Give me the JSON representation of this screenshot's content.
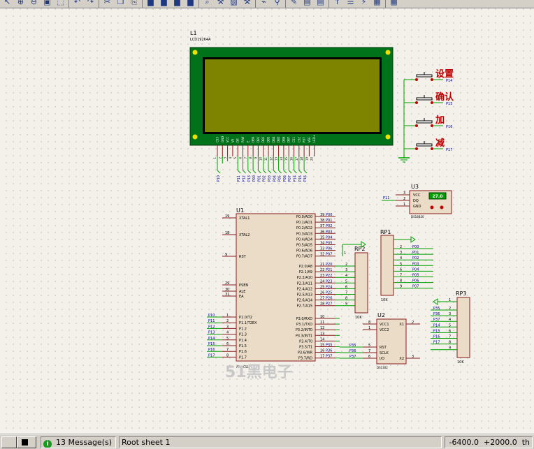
{
  "colors": {
    "wire": "#00a000",
    "part_outline": "#8a1a1a",
    "part_fill": "#eadcc6",
    "pin_label": "#00008b",
    "ref_label": "#000000",
    "lcd_board": "#00721a",
    "lcd_screen": "#7e8400",
    "button_red": "#c00000"
  },
  "toolbar": {
    "icons": [
      "cursor-icon",
      "zoom-in-icon",
      "zoom-out-icon",
      "zoom-all-icon",
      "zoom-area-icon",
      "undo-icon",
      "redo-icon",
      "cut-icon",
      "copy-icon",
      "paste-icon",
      "block-copy-icon",
      "block-move-icon",
      "block-rotate-icon",
      "block-delete-icon",
      "pick-device-icon",
      "make-device-icon",
      "package-icon",
      "decompose-icon",
      "wire-autorouter-icon",
      "search-tag-icon",
      "property-tool-icon",
      "new-sheet-icon",
      "remove-sheet-icon",
      "exit-to-parent-icon",
      "bill-of-materials-icon",
      "electrical-check-icon",
      "netlist-icon",
      "pcb-icon"
    ]
  },
  "schematic": {
    "lcd": {
      "ref": "L1",
      "type": "LCD19264A",
      "pins": [
        "CS3",
        "GND",
        "VCC",
        "V0",
        "D/I",
        "R/W",
        "E",
        "DB0",
        "DB1",
        "DB2",
        "DB3",
        "DB4",
        "DB5",
        "DB6",
        "DB7",
        "CS1",
        "CS2",
        "RST",
        "VEE",
        "LED+"
      ],
      "pin_numbers": [
        "1",
        "2",
        "3",
        "4",
        "5",
        "6",
        "7",
        "8",
        "9",
        "10",
        "11",
        "12",
        "13",
        "14",
        "15",
        "16",
        "17",
        "18",
        "19",
        "20"
      ],
      "nets": [
        "P10",
        "",
        "",
        "",
        "P11",
        "P12",
        "P13",
        "P00",
        "P01",
        "P02",
        "P03",
        "P04",
        "P05",
        "P06",
        "P07",
        "P14",
        "P15",
        "P16",
        "",
        ""
      ]
    },
    "buttons": [
      {
        "label": "设置",
        "net": "P14"
      },
      {
        "label": "确认",
        "net": "P15"
      },
      {
        "label": "加",
        "net": "P16"
      },
      {
        "label": "减",
        "net": "P17"
      }
    ],
    "u3": {
      "ref": "U3",
      "type": "DS18B20",
      "pins": [
        "VCC",
        "DQ",
        "GND"
      ],
      "pin_numbers": [
        "3",
        "2",
        "1"
      ],
      "net": "P11",
      "reading": "27.0"
    },
    "u1": {
      "ref": "U1",
      "type": "AT89C51",
      "left_pins": [
        {
          "n": "19",
          "name": "XTAL1"
        },
        {
          "n": "18",
          "name": "XTAL2"
        },
        {
          "n": "9",
          "name": "RST"
        },
        {
          "n": "29",
          "name": "PSEN"
        },
        {
          "n": "30",
          "name": "ALE"
        },
        {
          "n": "31",
          "name": "EA"
        }
      ],
      "port1_pins": [
        {
          "n": "1",
          "name": "P1.0/T2",
          "net": "P10"
        },
        {
          "n": "2",
          "name": "P1.1/T2EX",
          "net": "P11"
        },
        {
          "n": "3",
          "name": "P1.2",
          "net": "P12"
        },
        {
          "n": "4",
          "name": "P1.3",
          "net": "P13"
        },
        {
          "n": "5",
          "name": "P1.4",
          "net": "P14"
        },
        {
          "n": "6",
          "name": "P1.5",
          "net": "P15"
        },
        {
          "n": "7",
          "name": "P1.6",
          "net": "P16"
        },
        {
          "n": "8",
          "name": "P1.7",
          "net": "P17"
        }
      ],
      "port0_pins": [
        {
          "n": "39",
          "name": "P0.0/AD0",
          "net": "P00"
        },
        {
          "n": "38",
          "name": "P0.1/AD1",
          "net": "P01"
        },
        {
          "n": "37",
          "name": "P0.2/AD2",
          "net": "P02"
        },
        {
          "n": "36",
          "name": "P0.3/AD3",
          "net": "P03"
        },
        {
          "n": "35",
          "name": "P0.4/AD4",
          "net": "P04"
        },
        {
          "n": "34",
          "name": "P0.5/AD5",
          "net": "P05"
        },
        {
          "n": "33",
          "name": "P0.6/AD6",
          "net": "P06"
        },
        {
          "n": "32",
          "name": "P0.7/AD7",
          "net": "P07"
        }
      ],
      "port2_pins": [
        {
          "n": "21",
          "name": "P2.0/A8",
          "net": "P20"
        },
        {
          "n": "22",
          "name": "P2.1/A9",
          "net": "P21"
        },
        {
          "n": "23",
          "name": "P2.2/A10",
          "net": "P22"
        },
        {
          "n": "24",
          "name": "P2.3/A11",
          "net": "P23"
        },
        {
          "n": "25",
          "name": "P2.4/A12",
          "net": "P24"
        },
        {
          "n": "26",
          "name": "P2.5/A13",
          "net": "P25"
        },
        {
          "n": "27",
          "name": "P2.6/A14",
          "net": "P26"
        },
        {
          "n": "28",
          "name": "P2.7/A15",
          "net": "P27"
        }
      ],
      "port3_pins": [
        {
          "n": "10",
          "name": "P3.0/RXD",
          "net": ""
        },
        {
          "n": "11",
          "name": "P3.1/TXD",
          "net": ""
        },
        {
          "n": "12",
          "name": "P3.2/INT0",
          "net": ""
        },
        {
          "n": "13",
          "name": "P3.3/INT1",
          "net": ""
        },
        {
          "n": "14",
          "name": "P3.4/T0",
          "net": ""
        },
        {
          "n": "15",
          "name": "P3.5/T1",
          "net": "P35"
        },
        {
          "n": "16",
          "name": "P3.6/WR",
          "net": "P36"
        },
        {
          "n": "17",
          "name": "P3.7/RD",
          "net": "P37"
        }
      ]
    },
    "rp1": {
      "ref": "RP1",
      "value": "10K",
      "pins": [
        "2",
        "3",
        "4",
        "5",
        "6",
        "7",
        "8",
        "9"
      ],
      "nets": [
        "P00",
        "P01",
        "P02",
        "P03",
        "P04",
        "P05",
        "P06",
        "P07"
      ]
    },
    "rp2": {
      "ref": "RP2",
      "value": "10K",
      "pin1": "1",
      "pins": [
        "2",
        "3",
        "4",
        "5",
        "6",
        "7",
        "8",
        "9"
      ],
      "nets": [
        "P20",
        "P21",
        "P22",
        "P23",
        "P24",
        "P25",
        "P26",
        "P27"
      ]
    },
    "rp3": {
      "ref": "RP3",
      "value": "10K",
      "pin1": "1",
      "pins": [
        "2",
        "3",
        "4",
        "5",
        "6",
        "7",
        "8",
        "9"
      ],
      "nets": [
        "P35",
        "P36",
        "P37",
        "P14",
        "P15",
        "P16",
        "P17"
      ]
    },
    "u2": {
      "ref": "U2",
      "type": "DS1302",
      "left_pins": [
        {
          "n": "8",
          "name": "VCC1"
        },
        {
          "n": "1",
          "name": "VCC2"
        },
        {
          "n": "5",
          "name": "RST",
          "net": "P35"
        },
        {
          "n": "7",
          "name": "SCLK",
          "net": "P36"
        },
        {
          "n": "6",
          "name": "I/O",
          "net": "P37"
        }
      ],
      "right_pins": [
        {
          "n": "2",
          "name": "X1"
        },
        {
          "n": "3",
          "name": "X2"
        }
      ]
    },
    "watermark": "51黑电子"
  },
  "status": {
    "messages": "13 Message(s)",
    "sheet": "Root sheet 1",
    "coord_x": "-6400.0",
    "coord_y": "+2000.0",
    "coord_unit": "th"
  }
}
